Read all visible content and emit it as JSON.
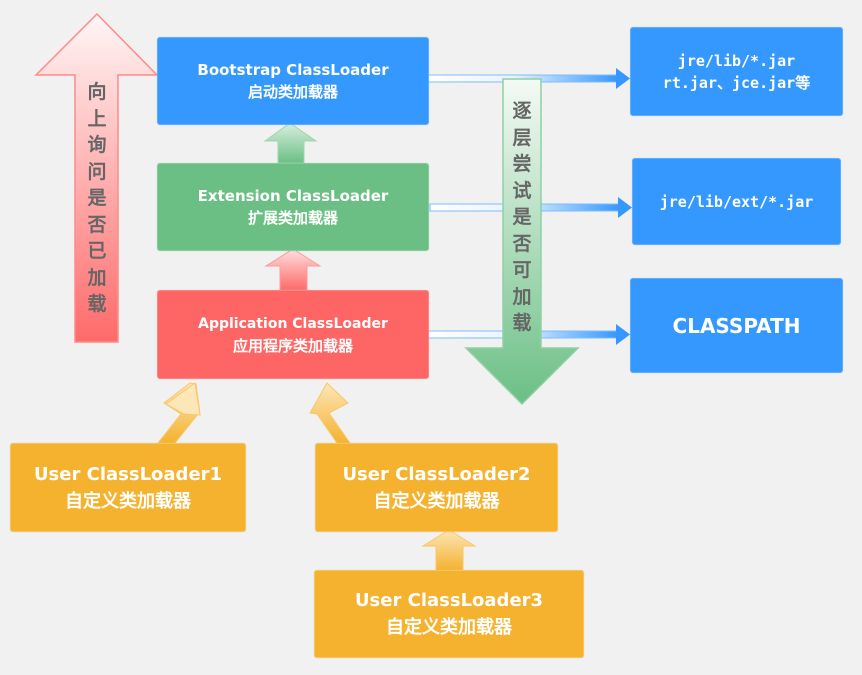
{
  "colors": {
    "background": "#f1f1f1",
    "bootstrap": "#3598fe",
    "extension": "#6bbf85",
    "application": "#fe6565",
    "user": "#f5b22f",
    "path": "#3598fe"
  },
  "loaders": {
    "bootstrap": {
      "en": "Bootstrap ClassLoader",
      "zh": "启动类加载器"
    },
    "extension": {
      "en": "Extension ClassLoader",
      "zh": "扩展类加载器"
    },
    "application": {
      "en": "Application ClassLoader",
      "zh": "应用程序类加载器"
    },
    "user1": {
      "en": "User ClassLoader1",
      "zh": "自定义类加载器"
    },
    "user2": {
      "en": "User ClassLoader2",
      "zh": "自定义类加载器"
    },
    "user3": {
      "en": "User ClassLoader3",
      "zh": "自定义类加载器"
    }
  },
  "paths": {
    "bootstrap": {
      "line1": "jre/lib/*.jar",
      "line2": "rt.jar、jce.jar等"
    },
    "extension": {
      "line1": "jre/lib/ext/*.jar"
    },
    "application": {
      "line1": "CLASSPATH"
    }
  },
  "arrows": {
    "up_label": [
      "向",
      "上",
      "询",
      "问",
      "是",
      "否",
      "已",
      "加",
      "载"
    ],
    "down_label": [
      "逐",
      "层",
      "尝",
      "试",
      "是",
      "否",
      "可",
      "加",
      "载"
    ]
  }
}
